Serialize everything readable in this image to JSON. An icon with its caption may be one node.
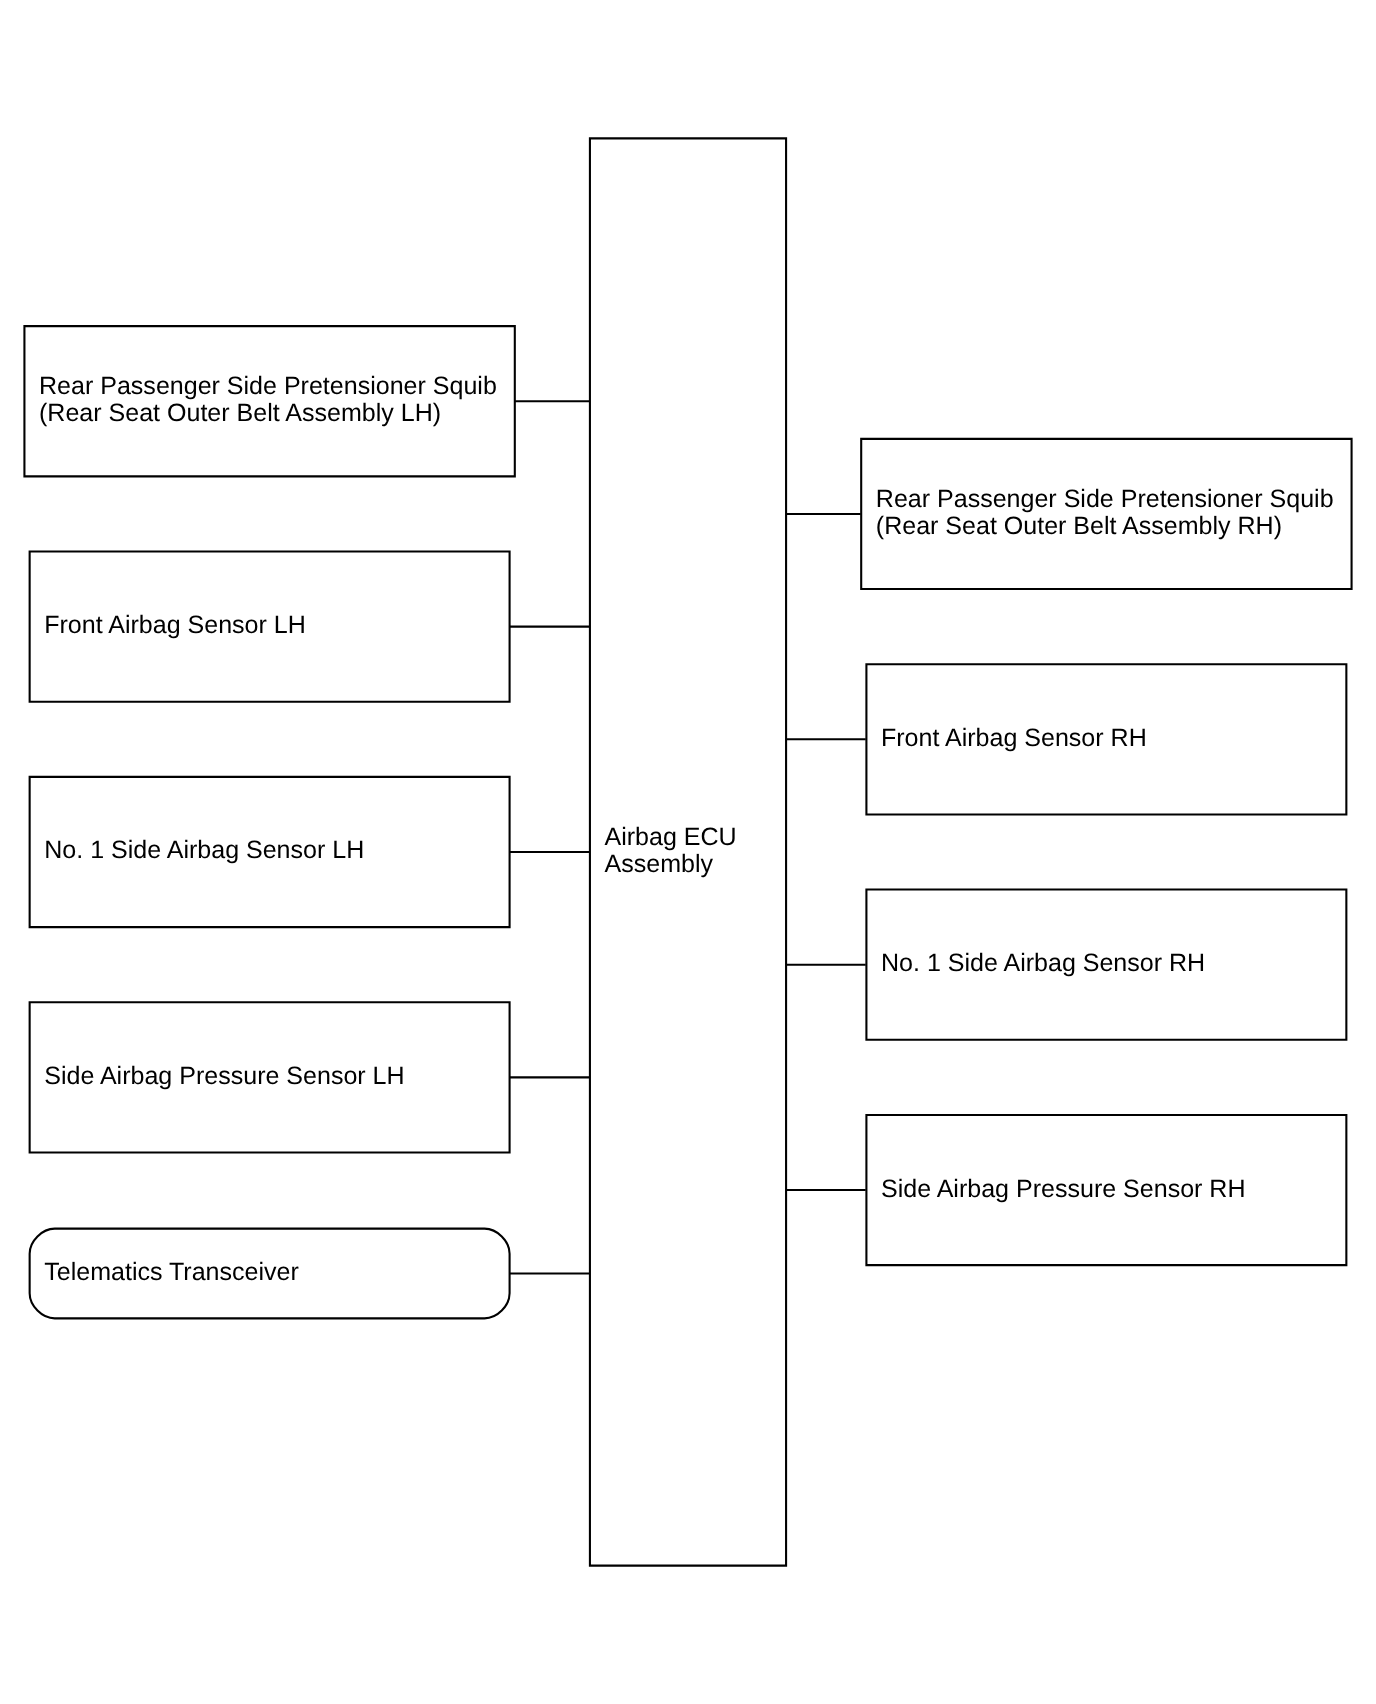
{
  "diagram": {
    "nodes": [
      {
        "text": [
          "Rear Passenger Side Pretensioner Squib (Rear Seat Outer Belt Assembly LH)"
        ]
      },
      {
        "text": [
          "Front Airbag Sensor LH"
        ]
      },
      {
        "text": [
          "No. 1 Side Airbag Sensor LH"
        ]
      },
      {
        "text": [
          "Side Airbag Pressure Sensor LH"
        ]
      },
      {
        "text": [
          "Telematics Transceiver"
        ]
      },
      {
        "text": [
          "Airbag ECU Assembly"
        ]
      },
      {
        "text": [
          "Rear Passenger Side Pretensioner Squib (Rear Seat Outer Belt Assembly RH)"
        ]
      },
      {
        "text": [
          "Front Airbag Sensor RH"
        ]
      },
      {
        "text": [
          "No. 1 Side Airbag Sensor RH"
        ]
      },
      {
        "text": [
          "Side Airbag Pressure Sensor RH"
        ]
      }
    ],
    "edges": [
      {
        "from": 0,
        "to": 5,
        "arrow": "none"
      },
      {
        "from": 1,
        "to": 5,
        "arrow": "none"
      },
      {
        "from": 2,
        "to": 5,
        "arrow": "none"
      },
      {
        "from": 3,
        "to": 5,
        "arrow": "none"
      },
      {
        "from": 4,
        "to": 5,
        "arrow": "none"
      },
      {
        "from": 5,
        "to": 6,
        "arrow": "none"
      },
      {
        "from": 5,
        "to": 7,
        "arrow": "none"
      },
      {
        "from": 5,
        "to": 8,
        "arrow": "none"
      },
      {
        "from": 5,
        "to": 9,
        "arrow": "none"
      }
    ]
  }
}
